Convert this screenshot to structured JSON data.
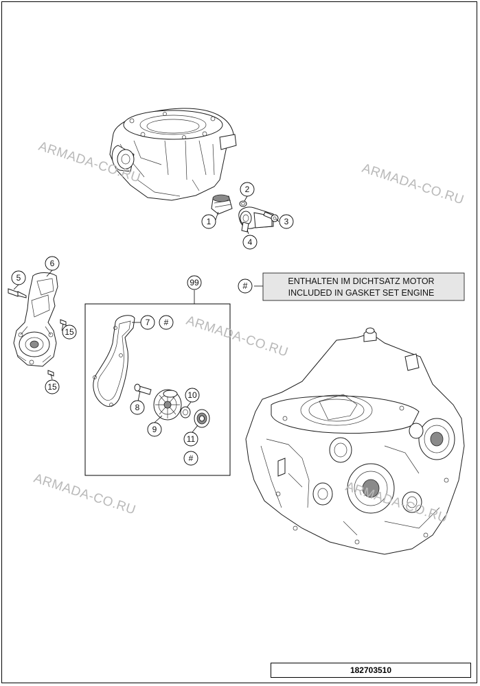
{
  "callouts": {
    "c1": "1",
    "c2": "2",
    "c3": "3",
    "c4": "4",
    "c5": "5",
    "c6": "6",
    "c7": "7",
    "c7hash": "#",
    "c8": "8",
    "c9": "9",
    "c10": "10",
    "c11": "11",
    "c11hash": "#",
    "c15a": "15",
    "c15b": "15",
    "c99": "99"
  },
  "note": {
    "symbol": "#",
    "line1": "ENTHALTEN IM DICHTSATZ MOTOR",
    "line2": "INCLUDED IN GASKET SET ENGINE"
  },
  "watermark": "ARMADA-CO.RU",
  "drawing_number": "182703510"
}
